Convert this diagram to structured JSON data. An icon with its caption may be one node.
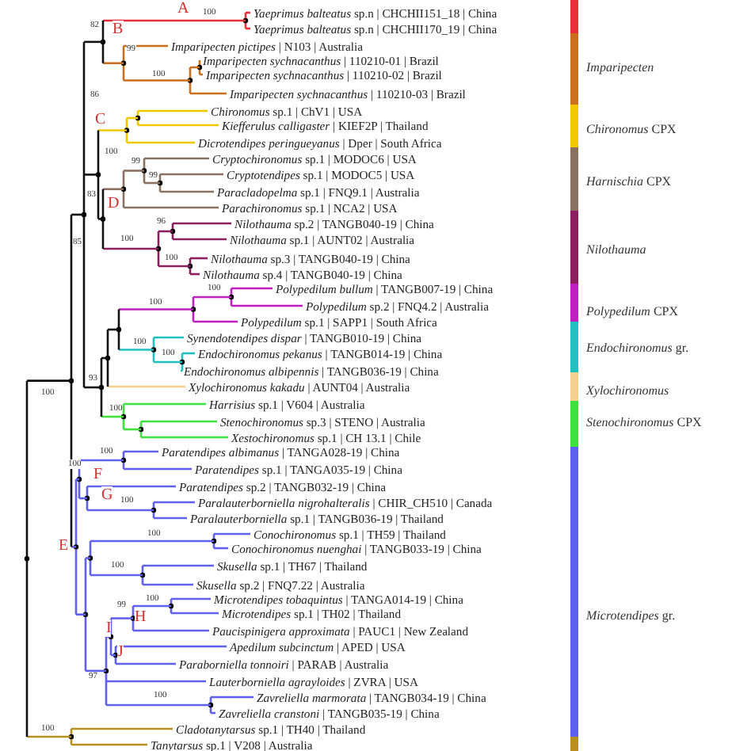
{
  "diagram": {
    "labels": [
      "*Yaeprimus balteatus* sp.n | CHCHII151_18 | China",
      "*Yaeprimus balteatus* sp.n | CHCHII170_19 | China",
      "*Imparipecten pictipes* | N103 | Australia",
      "*Imparipecten sychnacanthus* | 110210-01 | Brazil",
      "*Imparipecten sychnacanthus* | 110210-02 | Brazil",
      "*Imparipecten sychnacanthus* | 110210-03 | Brazil",
      "*Chironomus* sp.1 | ChV1 | USA",
      "*Kiefferulus calligaster* | KIEF2P | Thailand",
      "*Dicrotendipes peringueyanus* | Dper | South Africa",
      "*Cryptochironomus* sp.1 | MODOC6 | USA",
      "*Cryptotendipes* sp.1 | MODOC5 | USA",
      "*Paracladopelma* sp.1 | FNQ9.1 | Australia",
      "*Parachironomus* sp.1 | NCA2 | USA",
      "*Nilothauma* sp.2 | TANGB040-19 | China",
      "*Nilothauma* sp.1 | AUNT02 | Australia",
      "*Nilothauma* sp.3 | TANGB040-19 | China",
      "*Nilothauma* sp.4 | TANGB040-19 | China",
      "*Polypedilum bullum* | TANGB007-19 | China",
      "*Polypedilum* sp.2 | FNQ4.2 | Australia",
      "*Polypedilum* sp.1 | SAPP1 | South Africa",
      "*Synendotendipes dispar* | TANGB010-19 | China",
      "*Endochironomus pekanus* | TANGB014-19 | China",
      "*Endochironomus albipennis* | TANGB036-19 | China",
      "*Xylochironomus kakadu* | AUNT04 | Australia",
      "*Harrisius* sp.1 | V604 | Australia",
      "*Stenochironomus* sp.3 | STENO | Australia",
      "*Xestochironomus* sp.1 | CH 13.1 | Chile",
      "*Paratendipes albimanus* | TANGA028-19 | China",
      "*Paratendipes* sp.1 | TANGA035-19 | China",
      "*Paratendipes* sp.2 | TANGB032-19 | China",
      "*Paralauterborniella nigrohalteralis* | CHIR_CH510 | Canada",
      "*Paralauterborniella* sp.1 | TANGB036-19 | Thailand",
      "*Conochironomus* sp.1 | TH59 | Thailand",
      "*Conochironomus nuenghai* | TANGB033-19 | China",
      "*Skusella* sp.1 | TH67 | Thailand",
      "*Skusella* sp.2 | FNQ7.22 | Australia",
      "*Microtendipes tobaquintus* | TANGA014-19 | China",
      "*Microtendipes* sp.1 | TH02 | Thailand",
      "*Paucispinigera approximata* | PAUC1 | New Zealand",
      "*Apedilum subcinctum* | APED | USA",
      "*Paraborniella tonnoiri* | PARAB | Australia",
      "*Lauterborniella agrayloides* | ZVRA | USA",
      "*Zavreliella marmorata* | TANGB034-19 | China",
      "*Zavreliella cranstoni* | TANGB035-19 | China",
      "*Cladotanytarsus* sp.1 | TH40 | Thailand",
      "*Tanytarsus* sp.1 | V208 | Australia",
      "A",
      "B",
      "C",
      "D",
      "E",
      "F",
      "G",
      "H",
      "I",
      "J",
      "100",
      "82",
      "99",
      "100",
      "86",
      "100",
      "99",
      "99",
      "83",
      "85",
      "96",
      "100",
      "100",
      "100",
      "100",
      "100",
      "100",
      "93",
      "100",
      "100",
      "100",
      "100",
      "100",
      "100",
      "100",
      "100",
      "99",
      "97",
      "100",
      "100"
    ],
    "legend": [
      {
        "text": "*Imparipecten*",
        "color": "#c87020"
      },
      {
        "text": "*Chironomus* CPX",
        "color": "#f0c800"
      },
      {
        "text": "*Harnischia* CPX",
        "color": "#8a7060"
      },
      {
        "text": "*Nilothauma*",
        "color": "#8b2060"
      },
      {
        "text": "*Polypedilum* CPX",
        "color": "#c020c0"
      },
      {
        "text": "*Endochironomus* gr.",
        "color": "#20c0c0"
      },
      {
        "text": "*Xylochironomus*",
        "color": "#f5d090"
      },
      {
        "text": "*Stenochironomus* CPX",
        "color": "#40e040"
      },
      {
        "text": "*Microtendipes* gr.",
        "color": "#6060f0"
      }
    ]
  }
}
